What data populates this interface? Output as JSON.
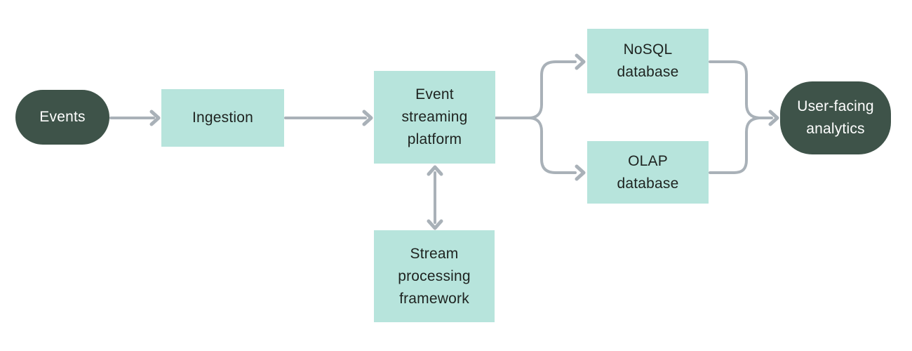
{
  "diagram": {
    "description": "Event analytics pipeline flow diagram",
    "nodes": [
      {
        "id": "events",
        "label": "Events",
        "shape": "pill",
        "style": "dark"
      },
      {
        "id": "ingestion",
        "label": "Ingestion",
        "shape": "rectangle",
        "style": "teal"
      },
      {
        "id": "event-streaming-platform",
        "label": "Event streaming platform",
        "shape": "rectangle",
        "style": "teal"
      },
      {
        "id": "nosql-database",
        "label": "NoSQL database",
        "shape": "rectangle",
        "style": "teal"
      },
      {
        "id": "olap-database",
        "label": "OLAP database",
        "shape": "rectangle",
        "style": "teal"
      },
      {
        "id": "stream-processing-framework",
        "label": "Stream processing framework",
        "shape": "rectangle",
        "style": "teal"
      },
      {
        "id": "user-facing-analytics",
        "label": "User-facing analytics",
        "shape": "pill",
        "style": "dark"
      }
    ],
    "edges": [
      {
        "from": "events",
        "to": "ingestion",
        "direction": "one-way"
      },
      {
        "from": "ingestion",
        "to": "event-streaming-platform",
        "direction": "one-way"
      },
      {
        "from": "event-streaming-platform",
        "to": "nosql-database",
        "direction": "one-way"
      },
      {
        "from": "event-streaming-platform",
        "to": "olap-database",
        "direction": "one-way"
      },
      {
        "from": "nosql-database",
        "to": "user-facing-analytics",
        "direction": "one-way"
      },
      {
        "from": "olap-database",
        "to": "user-facing-analytics",
        "direction": "one-way"
      },
      {
        "from": "event-streaming-platform",
        "to": "stream-processing-framework",
        "direction": "two-way"
      }
    ]
  },
  "colors": {
    "background": "#ffffff",
    "terminal_fill": "#3e5349",
    "terminal_text": "#ffffff",
    "process_fill": "#b7e4dc",
    "process_text": "#1e2320",
    "arrow": "#a9b1b8"
  }
}
